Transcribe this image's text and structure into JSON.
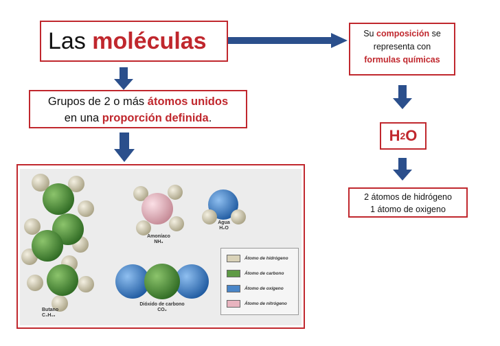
{
  "title": {
    "prefix": "Las",
    "highlight": "moléculas"
  },
  "groups": {
    "text1": "Grupos de 2 o más",
    "hl1": "átomos unidos",
    "text2": "en una",
    "hl2": "proporción definida",
    "text3": "."
  },
  "composition": {
    "text1": "Su",
    "hl1": "composición",
    "text2": "se",
    "line2": "representa con",
    "hl2": "formulas químicas"
  },
  "formula": {
    "base": "H",
    "sub": "2",
    "tail": "O"
  },
  "atoms": {
    "line1": "2 átomos de hidrógeno",
    "line2": "1 átomo de oxigeno"
  },
  "figure": {
    "butano": {
      "name": "Butano",
      "formula": "C₄H₁₀"
    },
    "amoniaco": {
      "name": "Amoníaco",
      "formula": "NH₃"
    },
    "agua": {
      "name": "Agua",
      "formula": "H₂O"
    },
    "co2": {
      "name": "Dióxido de carbono",
      "formula": "CO₂"
    },
    "legend": [
      {
        "label": "Átomo de hidrógeno",
        "color": "#d9d2b8"
      },
      {
        "label": "Átomo de carbono",
        "color": "#5e9a45"
      },
      {
        "label": "Átomo de oxígeno",
        "color": "#4a86c8"
      },
      {
        "label": "Átomo de nitrógeno",
        "color": "#e8b4bf"
      }
    ]
  },
  "colors": {
    "accent": "#c0272d",
    "arrow": "#2b4f8c",
    "hydrogen": "#d9d2b8",
    "carbon": "#5e9a45",
    "oxygen": "#4a86c8",
    "nitrogen": "#e8b4bf"
  }
}
